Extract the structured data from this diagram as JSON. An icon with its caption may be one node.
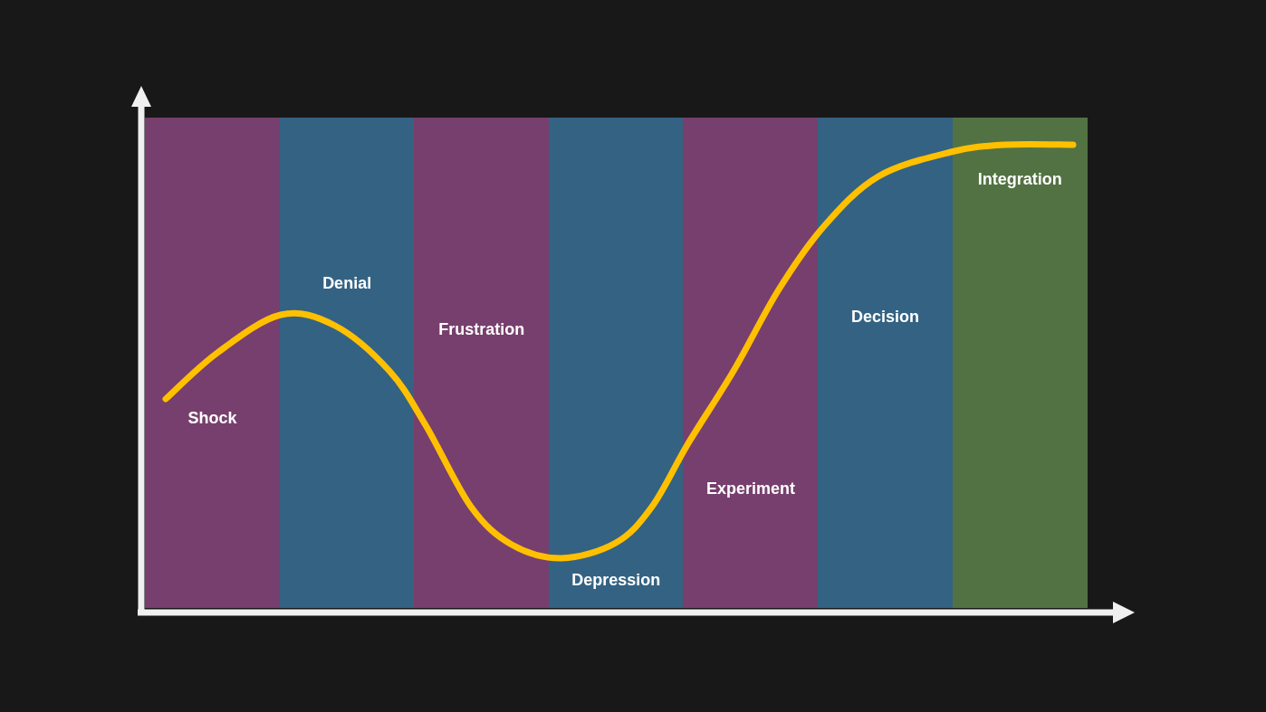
{
  "diagram": {
    "nodes": [
      {
        "text": [
          "Shock"
        ]
      },
      {
        "text": [
          "Denial"
        ]
      },
      {
        "text": [
          "Frustration"
        ]
      },
      {
        "text": [
          "Depression"
        ]
      },
      {
        "text": [
          "Experiment"
        ]
      },
      {
        "text": [
          "Decision"
        ]
      },
      {
        "text": [
          "Integration"
        ]
      }
    ]
  }
}
